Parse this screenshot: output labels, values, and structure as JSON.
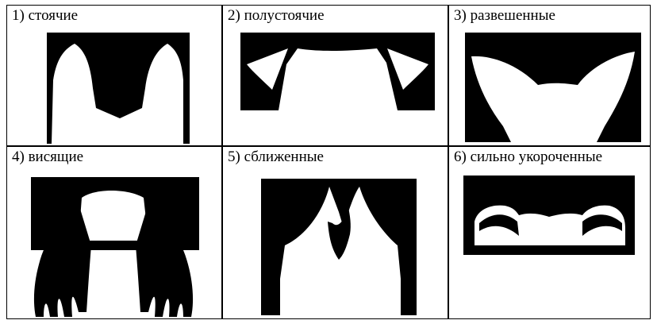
{
  "panels": [
    {
      "label": "1) стоячие",
      "icon": "erect-ears-icon"
    },
    {
      "label": "2) полустоячие",
      "icon": "semi-erect-ears-icon"
    },
    {
      "label": "3) развешенные",
      "icon": "spread-ears-icon"
    },
    {
      "label": "4) висящие",
      "icon": "hanging-ears-icon"
    },
    {
      "label": "5) сближенные",
      "icon": "close-set-ears-icon"
    },
    {
      "label": "6) сильно укороченные",
      "icon": "cropped-ears-icon"
    }
  ],
  "colors": {
    "ink": "#000000",
    "paper": "#ffffff"
  }
}
